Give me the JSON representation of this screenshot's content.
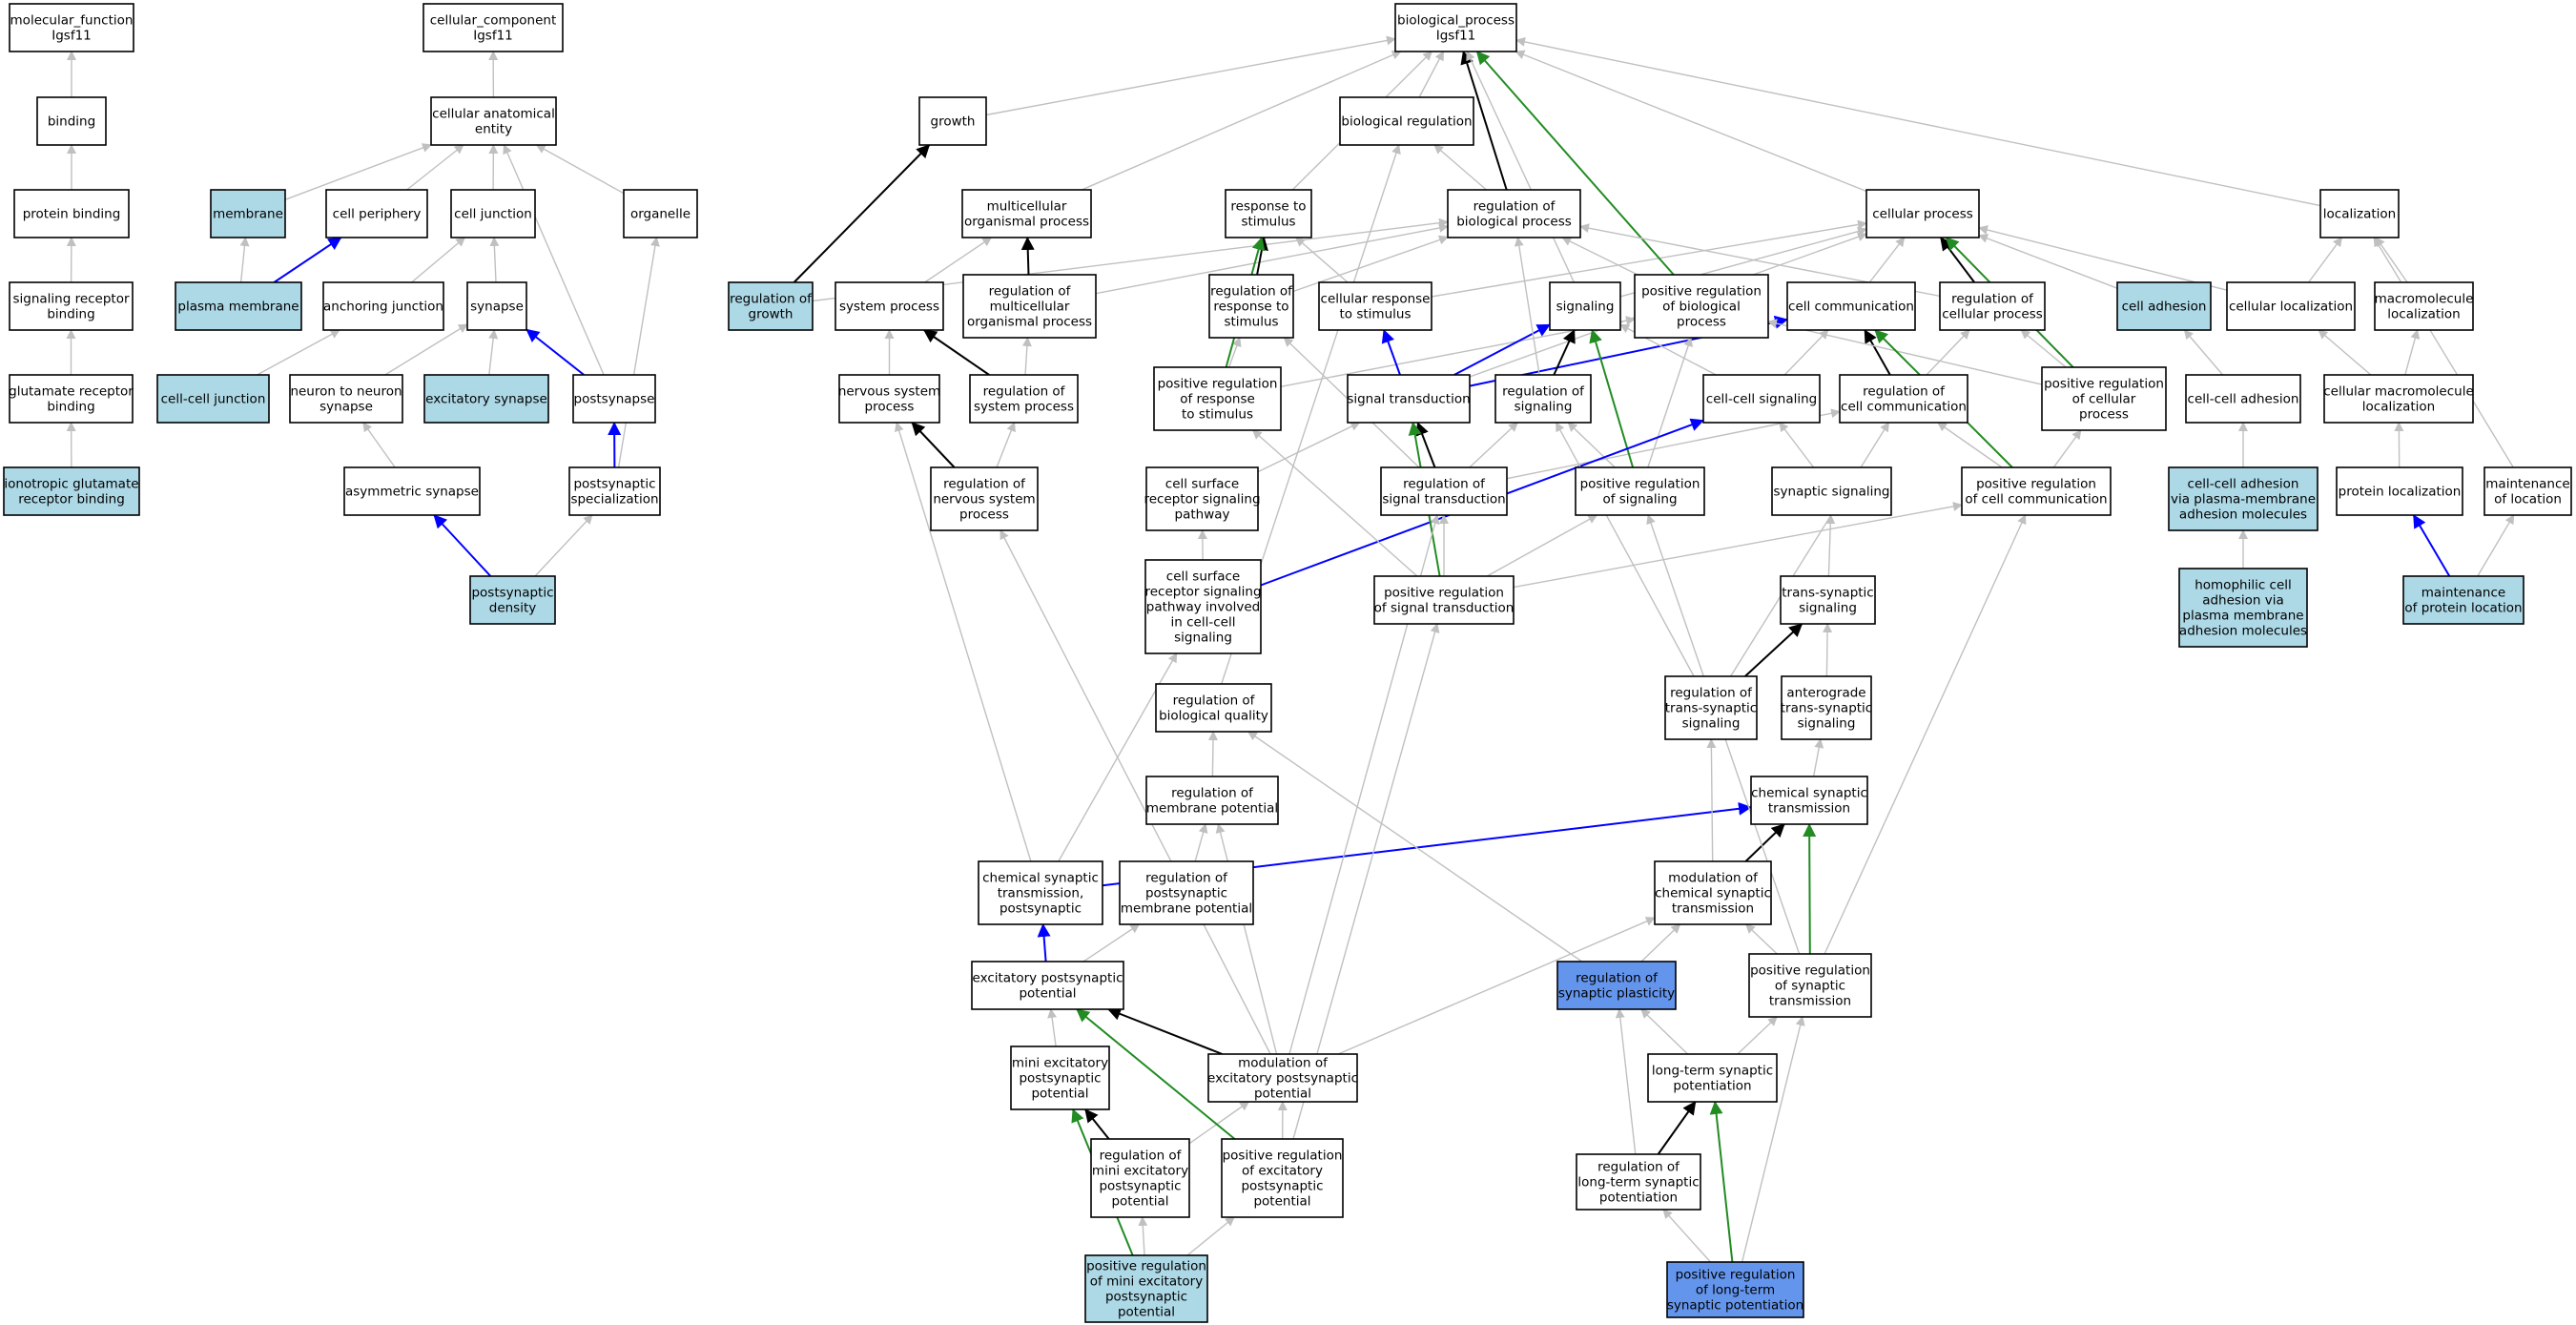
{
  "colors": {
    "plain": "#ffffff",
    "light": "#add8e6",
    "query": "#6495ed",
    "gray": "#c0c0c0",
    "black": "#000000",
    "blue": "#0000ff",
    "green": "#228b22"
  },
  "nodes": [
    {
      "id": "mf",
      "label": [
        "molecular_function",
        "Igsf11"
      ],
      "fill": "plain"
    },
    {
      "id": "bind",
      "label": [
        "binding"
      ],
      "fill": "plain"
    },
    {
      "id": "pbind",
      "label": [
        "protein binding"
      ],
      "fill": "plain"
    },
    {
      "id": "srb",
      "label": [
        "signaling receptor",
        "binding"
      ],
      "fill": "plain"
    },
    {
      "id": "grb",
      "label": [
        "glutamate receptor",
        "binding"
      ],
      "fill": "plain"
    },
    {
      "id": "igrb",
      "label": [
        "ionotropic glutamate",
        "receptor binding"
      ],
      "fill": "light"
    },
    {
      "id": "cc",
      "label": [
        "cellular_component",
        "Igsf11"
      ],
      "fill": "plain"
    },
    {
      "id": "cae",
      "label": [
        "cellular anatomical",
        "entity"
      ],
      "fill": "plain"
    },
    {
      "id": "memb",
      "label": [
        "membrane"
      ],
      "fill": "light"
    },
    {
      "id": "cper",
      "label": [
        "cell periphery"
      ],
      "fill": "plain"
    },
    {
      "id": "cjunc",
      "label": [
        "cell junction"
      ],
      "fill": "plain"
    },
    {
      "id": "organ",
      "label": [
        "organelle"
      ],
      "fill": "plain"
    },
    {
      "id": "pmemb",
      "label": [
        "plasma membrane"
      ],
      "fill": "light"
    },
    {
      "id": "ajunc",
      "label": [
        "anchoring junction"
      ],
      "fill": "plain"
    },
    {
      "id": "syn",
      "label": [
        "synapse"
      ],
      "fill": "plain"
    },
    {
      "id": "ccj",
      "label": [
        "cell-cell junction"
      ],
      "fill": "light"
    },
    {
      "id": "n2n",
      "label": [
        "neuron to neuron",
        "synapse"
      ],
      "fill": "plain"
    },
    {
      "id": "exsyn",
      "label": [
        "excitatory synapse"
      ],
      "fill": "light"
    },
    {
      "id": "postsyn",
      "label": [
        "postsynapse"
      ],
      "fill": "plain"
    },
    {
      "id": "asyn",
      "label": [
        "asymmetric synapse"
      ],
      "fill": "plain"
    },
    {
      "id": "pspec",
      "label": [
        "postsynaptic",
        "specialization"
      ],
      "fill": "plain"
    },
    {
      "id": "pden",
      "label": [
        "postsynaptic",
        "density"
      ],
      "fill": "light"
    },
    {
      "id": "bp",
      "label": [
        "biological_process",
        "Igsf11"
      ],
      "fill": "plain"
    },
    {
      "id": "growth",
      "label": [
        "growth"
      ],
      "fill": "plain"
    },
    {
      "id": "breg",
      "label": [
        "biological regulation"
      ],
      "fill": "plain"
    },
    {
      "id": "mop",
      "label": [
        "multicellular",
        "organismal process"
      ],
      "fill": "plain"
    },
    {
      "id": "rts",
      "label": [
        "response to",
        "stimulus"
      ],
      "fill": "plain"
    },
    {
      "id": "rbp",
      "label": [
        "regulation of",
        "biological process"
      ],
      "fill": "plain"
    },
    {
      "id": "cp",
      "label": [
        "cellular process"
      ],
      "fill": "plain"
    },
    {
      "id": "loc",
      "label": [
        "localization"
      ],
      "fill": "plain"
    },
    {
      "id": "rog",
      "label": [
        "regulation of",
        "growth"
      ],
      "fill": "light"
    },
    {
      "id": "sysp",
      "label": [
        "system process"
      ],
      "fill": "plain"
    },
    {
      "id": "rmop",
      "label": [
        "regulation of",
        "multicellular",
        "organismal process"
      ],
      "fill": "plain"
    },
    {
      "id": "rrs",
      "label": [
        "regulation of",
        "response to",
        "stimulus"
      ],
      "fill": "plain"
    },
    {
      "id": "crs",
      "label": [
        "cellular response",
        "to stimulus"
      ],
      "fill": "plain"
    },
    {
      "id": "sig",
      "label": [
        "signaling"
      ],
      "fill": "plain"
    },
    {
      "id": "prbp",
      "label": [
        "positive regulation",
        "of biological",
        "process"
      ],
      "fill": "plain"
    },
    {
      "id": "ccomm",
      "label": [
        "cell communication"
      ],
      "fill": "plain"
    },
    {
      "id": "rcp",
      "label": [
        "regulation of",
        "cellular process"
      ],
      "fill": "plain"
    },
    {
      "id": "cadh",
      "label": [
        "cell adhesion"
      ],
      "fill": "light"
    },
    {
      "id": "cloc",
      "label": [
        "cellular localization"
      ],
      "fill": "plain"
    },
    {
      "id": "mloc",
      "label": [
        "macromolecule",
        "localization"
      ],
      "fill": "plain"
    },
    {
      "id": "nsp",
      "label": [
        "nervous system",
        "process"
      ],
      "fill": "plain"
    },
    {
      "id": "rsp",
      "label": [
        "regulation of",
        "system process"
      ],
      "fill": "plain"
    },
    {
      "id": "prrs",
      "label": [
        "positive regulation",
        "of response",
        "to stimulus"
      ],
      "fill": "plain"
    },
    {
      "id": "st",
      "label": [
        "signal transduction"
      ],
      "fill": "plain"
    },
    {
      "id": "rsig",
      "label": [
        "regulation of",
        "signaling"
      ],
      "fill": "plain"
    },
    {
      "id": "ccsig",
      "label": [
        "cell-cell signaling"
      ],
      "fill": "plain"
    },
    {
      "id": "rcc",
      "label": [
        "regulation of",
        "cell communication"
      ],
      "fill": "plain"
    },
    {
      "id": "prcp",
      "label": [
        "positive regulation",
        "of cellular",
        "process"
      ],
      "fill": "plain"
    },
    {
      "id": "ccadh",
      "label": [
        "cell-cell adhesion"
      ],
      "fill": "plain"
    },
    {
      "id": "cmloc",
      "label": [
        "cellular macromolecule",
        "localization"
      ],
      "fill": "plain"
    },
    {
      "id": "rnsp",
      "label": [
        "regulation of",
        "nervous system",
        "process"
      ],
      "fill": "plain"
    },
    {
      "id": "csrsp",
      "label": [
        "cell surface",
        "receptor signaling",
        "pathway"
      ],
      "fill": "plain"
    },
    {
      "id": "rst",
      "label": [
        "regulation of",
        "signal transduction"
      ],
      "fill": "plain"
    },
    {
      "id": "prsig",
      "label": [
        "positive regulation",
        "of signaling"
      ],
      "fill": "plain"
    },
    {
      "id": "synsig",
      "label": [
        "synaptic signaling"
      ],
      "fill": "plain"
    },
    {
      "id": "prcc",
      "label": [
        "positive regulation",
        "of cell communication"
      ],
      "fill": "plain"
    },
    {
      "id": "ccadhpm",
      "label": [
        "cell-cell adhesion",
        "via plasma-membrane",
        "adhesion molecules"
      ],
      "fill": "light"
    },
    {
      "id": "ploc",
      "label": [
        "protein localization"
      ],
      "fill": "plain"
    },
    {
      "id": "mtloc",
      "label": [
        "maintenance",
        "of location"
      ],
      "fill": "plain"
    },
    {
      "id": "csrspcc",
      "label": [
        "cell surface",
        "receptor signaling",
        "pathway involved",
        "in cell-cell",
        "signaling"
      ],
      "fill": "plain"
    },
    {
      "id": "prst",
      "label": [
        "positive regulation",
        "of signal transduction"
      ],
      "fill": "plain"
    },
    {
      "id": "tsig",
      "label": [
        "trans-synaptic",
        "signaling"
      ],
      "fill": "plain"
    },
    {
      "id": "hcadh",
      "label": [
        "homophilic cell",
        "adhesion via",
        "plasma membrane",
        "adhesion molecules"
      ],
      "fill": "light"
    },
    {
      "id": "mploc",
      "label": [
        "maintenance",
        "of protein location"
      ],
      "fill": "light"
    },
    {
      "id": "rbq",
      "label": [
        "regulation of",
        "biological quality"
      ],
      "fill": "plain"
    },
    {
      "id": "rtsig",
      "label": [
        "regulation of",
        "trans-synaptic",
        "signaling"
      ],
      "fill": "plain"
    },
    {
      "id": "atsig",
      "label": [
        "anterograde",
        "trans-synaptic",
        "signaling"
      ],
      "fill": "plain"
    },
    {
      "id": "rmp",
      "label": [
        "regulation of",
        "membrane potential"
      ],
      "fill": "plain"
    },
    {
      "id": "cst",
      "label": [
        "chemical synaptic",
        "transmission"
      ],
      "fill": "plain"
    },
    {
      "id": "cstp",
      "label": [
        "chemical synaptic",
        "transmission,",
        "postsynaptic"
      ],
      "fill": "plain"
    },
    {
      "id": "rpmp",
      "label": [
        "regulation of",
        "postsynaptic",
        "membrane potential"
      ],
      "fill": "plain"
    },
    {
      "id": "mcst",
      "label": [
        "modulation of",
        "chemical synaptic",
        "transmission"
      ],
      "fill": "plain"
    },
    {
      "id": "epp",
      "label": [
        "excitatory postsynaptic",
        "potential"
      ],
      "fill": "plain"
    },
    {
      "id": "rsplast",
      "label": [
        "regulation of",
        "synaptic plasticity"
      ],
      "fill": "query"
    },
    {
      "id": "prstr",
      "label": [
        "positive regulation",
        "of synaptic",
        "transmission"
      ],
      "fill": "plain"
    },
    {
      "id": "mepp",
      "label": [
        "mini excitatory",
        "postsynaptic",
        "potential"
      ],
      "fill": "plain"
    },
    {
      "id": "modepp",
      "label": [
        "modulation of",
        "excitatory postsynaptic",
        "potential"
      ],
      "fill": "plain"
    },
    {
      "id": "ltp",
      "label": [
        "long-term synaptic",
        "potentiation"
      ],
      "fill": "plain"
    },
    {
      "id": "rmepp",
      "label": [
        "regulation of",
        "mini excitatory",
        "postsynaptic",
        "potential"
      ],
      "fill": "plain"
    },
    {
      "id": "prepp",
      "label": [
        "positive regulation",
        "of excitatory",
        "postsynaptic",
        "potential"
      ],
      "fill": "plain"
    },
    {
      "id": "rltp",
      "label": [
        "regulation of",
        "long-term synaptic",
        "potentiation"
      ],
      "fill": "plain"
    },
    {
      "id": "prmepp",
      "label": [
        "positive regulation",
        "of mini excitatory",
        "postsynaptic",
        "potential"
      ],
      "fill": "light"
    },
    {
      "id": "prltp",
      "label": [
        "positive regulation",
        "of long-term",
        "synaptic potentiation"
      ],
      "fill": "query"
    }
  ],
  "edges": [
    [
      "bind",
      "mf",
      "gray"
    ],
    [
      "pbind",
      "bind",
      "gray"
    ],
    [
      "srb",
      "pbind",
      "gray"
    ],
    [
      "grb",
      "srb",
      "gray"
    ],
    [
      "igrb",
      "grb",
      "gray"
    ],
    [
      "cae",
      "cc",
      "gray"
    ],
    [
      "memb",
      "cae",
      "gray"
    ],
    [
      "cper",
      "cae",
      "gray"
    ],
    [
      "cjunc",
      "cae",
      "gray"
    ],
    [
      "organ",
      "cae",
      "gray"
    ],
    [
      "pmemb",
      "memb",
      "gray"
    ],
    [
      "pmemb",
      "cper",
      "blue"
    ],
    [
      "ajunc",
      "cjunc",
      "gray"
    ],
    [
      "syn",
      "cjunc",
      "gray"
    ],
    [
      "ccj",
      "ajunc",
      "gray"
    ],
    [
      "n2n",
      "syn",
      "gray"
    ],
    [
      "exsyn",
      "syn",
      "gray"
    ],
    [
      "postsyn",
      "syn",
      "blue"
    ],
    [
      "postsyn",
      "cae",
      "gray"
    ],
    [
      "asyn",
      "n2n",
      "gray"
    ],
    [
      "pspec",
      "postsyn",
      "blue"
    ],
    [
      "pspec",
      "organ",
      "gray"
    ],
    [
      "pden",
      "asyn",
      "blue"
    ],
    [
      "pden",
      "pspec",
      "gray"
    ],
    [
      "growth",
      "bp",
      "gray"
    ],
    [
      "breg",
      "bp",
      "gray"
    ],
    [
      "mop",
      "bp",
      "gray"
    ],
    [
      "rts",
      "bp",
      "gray"
    ],
    [
      "rbp",
      "bp",
      "black"
    ],
    [
      "rbp",
      "breg",
      "gray"
    ],
    [
      "cp",
      "bp",
      "gray"
    ],
    [
      "loc",
      "bp",
      "gray"
    ],
    [
      "rog",
      "growth",
      "black"
    ],
    [
      "rog",
      "rbp",
      "gray"
    ],
    [
      "sysp",
      "mop",
      "gray"
    ],
    [
      "rmop",
      "mop",
      "black"
    ],
    [
      "rmop",
      "rbp",
      "gray"
    ],
    [
      "rrs",
      "rts",
      "black"
    ],
    [
      "rrs",
      "rbp",
      "gray"
    ],
    [
      "crs",
      "rts",
      "gray"
    ],
    [
      "crs",
      "cp",
      "gray"
    ],
    [
      "sig",
      "cp",
      "gray"
    ],
    [
      "sig",
      "bp",
      "gray"
    ],
    [
      "prbp",
      "rbp",
      "gray"
    ],
    [
      "prbp",
      "bp",
      "green"
    ],
    [
      "ccomm",
      "cp",
      "gray"
    ],
    [
      "rcp",
      "cp",
      "black"
    ],
    [
      "rcp",
      "rbp",
      "gray"
    ],
    [
      "cadh",
      "cp",
      "gray"
    ],
    [
      "cloc",
      "cp",
      "gray"
    ],
    [
      "cloc",
      "loc",
      "gray"
    ],
    [
      "mloc",
      "loc",
      "gray"
    ],
    [
      "nsp",
      "sysp",
      "gray"
    ],
    [
      "rsp",
      "sysp",
      "black"
    ],
    [
      "rsp",
      "rmop",
      "gray"
    ],
    [
      "prrs",
      "rrs",
      "gray"
    ],
    [
      "prrs",
      "rts",
      "green"
    ],
    [
      "prrs",
      "prbp",
      "gray"
    ],
    [
      "st",
      "sig",
      "blue"
    ],
    [
      "st",
      "crs",
      "blue"
    ],
    [
      "st",
      "ccomm",
      "blue"
    ],
    [
      "st",
      "cp",
      "gray"
    ],
    [
      "rsig",
      "sig",
      "black"
    ],
    [
      "rsig",
      "rbp",
      "gray"
    ],
    [
      "ccsig",
      "sig",
      "gray"
    ],
    [
      "ccsig",
      "ccomm",
      "gray"
    ],
    [
      "rcc",
      "ccomm",
      "black"
    ],
    [
      "rcc",
      "rcp",
      "gray"
    ],
    [
      "prcp",
      "rcp",
      "gray"
    ],
    [
      "prcp",
      "cp",
      "green"
    ],
    [
      "prcp",
      "prbp",
      "gray"
    ],
    [
      "ccadh",
      "cadh",
      "gray"
    ],
    [
      "cmloc",
      "cloc",
      "gray"
    ],
    [
      "cmloc",
      "mloc",
      "gray"
    ],
    [
      "rnsp",
      "nsp",
      "black"
    ],
    [
      "rnsp",
      "rsp",
      "gray"
    ],
    [
      "csrsp",
      "st",
      "gray"
    ],
    [
      "rst",
      "st",
      "black"
    ],
    [
      "rst",
      "rsig",
      "gray"
    ],
    [
      "rst",
      "rcc",
      "gray"
    ],
    [
      "rst",
      "rrs",
      "gray"
    ],
    [
      "prsig",
      "rsig",
      "gray"
    ],
    [
      "prsig",
      "sig",
      "green"
    ],
    [
      "prsig",
      "prbp",
      "gray"
    ],
    [
      "synsig",
      "ccsig",
      "gray"
    ],
    [
      "prcc",
      "rcc",
      "gray"
    ],
    [
      "prcc",
      "ccomm",
      "green"
    ],
    [
      "prcc",
      "prcp",
      "gray"
    ],
    [
      "ccadhpm",
      "ccadh",
      "gray"
    ],
    [
      "ploc",
      "cmloc",
      "gray"
    ],
    [
      "mtloc",
      "loc",
      "gray"
    ],
    [
      "csrspcc",
      "csrsp",
      "gray"
    ],
    [
      "csrspcc",
      "ccsig",
      "blue"
    ],
    [
      "prst",
      "rst",
      "gray"
    ],
    [
      "prst",
      "st",
      "green"
    ],
    [
      "prst",
      "prsig",
      "gray"
    ],
    [
      "prst",
      "prcc",
      "gray"
    ],
    [
      "prst",
      "prrs",
      "gray"
    ],
    [
      "tsig",
      "synsig",
      "gray"
    ],
    [
      "hcadh",
      "ccadhpm",
      "gray"
    ],
    [
      "mploc",
      "ploc",
      "blue"
    ],
    [
      "mploc",
      "mtloc",
      "gray"
    ],
    [
      "rbq",
      "breg",
      "gray"
    ],
    [
      "rtsig",
      "tsig",
      "black"
    ],
    [
      "rtsig",
      "rsig",
      "gray"
    ],
    [
      "rtsig",
      "rcc",
      "gray"
    ],
    [
      "atsig",
      "tsig",
      "gray"
    ],
    [
      "rmp",
      "rbq",
      "gray"
    ],
    [
      "cst",
      "atsig",
      "gray"
    ],
    [
      "cstp",
      "cst",
      "blue"
    ],
    [
      "cstp",
      "csrspcc",
      "gray"
    ],
    [
      "cstp",
      "nsp",
      "gray"
    ],
    [
      "rpmp",
      "rmp",
      "gray"
    ],
    [
      "mcst",
      "cst",
      "black"
    ],
    [
      "mcst",
      "rtsig",
      "gray"
    ],
    [
      "epp",
      "cstp",
      "blue"
    ],
    [
      "epp",
      "rpmp",
      "gray"
    ],
    [
      "rsplast",
      "rbq",
      "gray"
    ],
    [
      "rsplast",
      "mcst",
      "gray"
    ],
    [
      "prstr",
      "cst",
      "green"
    ],
    [
      "prstr",
      "mcst",
      "gray"
    ],
    [
      "prstr",
      "prcc",
      "gray"
    ],
    [
      "prstr",
      "prsig",
      "gray"
    ],
    [
      "mepp",
      "epp",
      "gray"
    ],
    [
      "modepp",
      "epp",
      "black"
    ],
    [
      "modepp",
      "rmp",
      "gray"
    ],
    [
      "modepp",
      "rnsp",
      "gray"
    ],
    [
      "modepp",
      "rst",
      "gray"
    ],
    [
      "modepp",
      "mcst",
      "gray"
    ],
    [
      "ltp",
      "rsplast",
      "gray"
    ],
    [
      "ltp",
      "prstr",
      "gray"
    ],
    [
      "rmepp",
      "mepp",
      "black"
    ],
    [
      "rmepp",
      "modepp",
      "gray"
    ],
    [
      "prepp",
      "epp",
      "green"
    ],
    [
      "prepp",
      "modepp",
      "gray"
    ],
    [
      "prepp",
      "prst",
      "gray"
    ],
    [
      "rltp",
      "ltp",
      "black"
    ],
    [
      "rltp",
      "rsplast",
      "gray"
    ],
    [
      "prmepp",
      "mepp",
      "green"
    ],
    [
      "prmepp",
      "rmepp",
      "gray"
    ],
    [
      "prmepp",
      "prepp",
      "gray"
    ],
    [
      "prltp",
      "ltp",
      "green"
    ],
    [
      "prltp",
      "rltp",
      "gray"
    ],
    [
      "prltp",
      "prstr",
      "gray"
    ]
  ]
}
